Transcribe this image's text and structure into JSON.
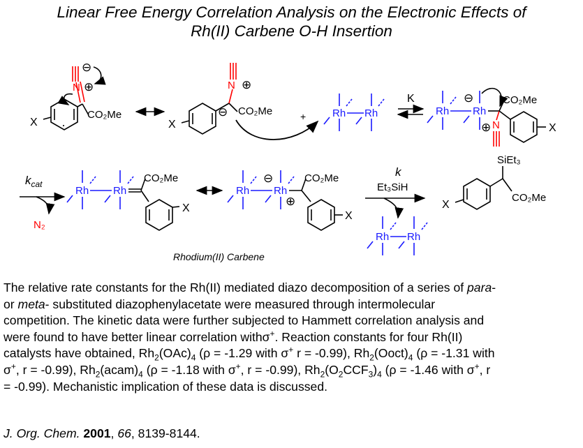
{
  "title": {
    "line1": "Linear Free Energy Correlation Analysis on the Electronic Effects of",
    "line2": "Rh(II) Carbene O-H Insertion"
  },
  "scheme": {
    "charge_minus": "⊖",
    "charge_plus": "⊕",
    "ester": "CO₂Me",
    "substituent": "X",
    "rh": "Rh",
    "plus_sign": "+",
    "eq_constant": "K",
    "rate_kcat_k": "k",
    "rate_kcat_sub": "cat",
    "n2": "N₂",
    "rate_k": "k",
    "reagent": "Et₃SiH",
    "silyl": "SiEt₃",
    "carbene_caption": "Rhodium(II) Carbene"
  },
  "abstract": {
    "s1a": "The relative rate constants for the Rh(II) mediated diazo decomposition of a series of ",
    "s1_para": "para",
    "s1b": "-",
    "s1c": "or ",
    "s1_meta": "meta",
    "s1d": "- substituted diazophenylacetate were measured through intermolecular",
    "s1e": "competition. The kinetic data were further subjected to Hammett correlation analysis and",
    "s1f": "were found to have better linear correlation with",
    "sigma": "σ",
    "sup_plus": "+",
    "s2a": ". Reaction constants for four Rh(II)",
    "s2b": "catalysts have obtained, Rh",
    "sub2": "2",
    "oac": "(OAc)",
    "sub4": "4",
    "c1": " (ρ = -1.29 with ",
    "c1b": " r = -0.99), Rh",
    "ooct": "(Ooct)",
    "c2": " (ρ = -1.31 with",
    "c2b": ",  r = -0.99), Rh",
    "acam": "(acam)",
    "c3": " (ρ = -1.18 with ",
    "c3b": ",  r = -0.99), Rh",
    "o2": "(O",
    "ccf": "CCF",
    "sub3": "3",
    "close": ")",
    "c4": " (ρ = -1.46 with ",
    "c4b": ",  r",
    "s3": "= -0.99). Mechanistic implication of these data is discussed."
  },
  "citation": {
    "journal": "J. Org. Chem.",
    "year": "2001",
    "volume": "66",
    "pages": ", 8139-8144."
  },
  "colors": {
    "rhodium": "#1a1aff",
    "diazo": "#ff0000",
    "text": "#000000"
  }
}
